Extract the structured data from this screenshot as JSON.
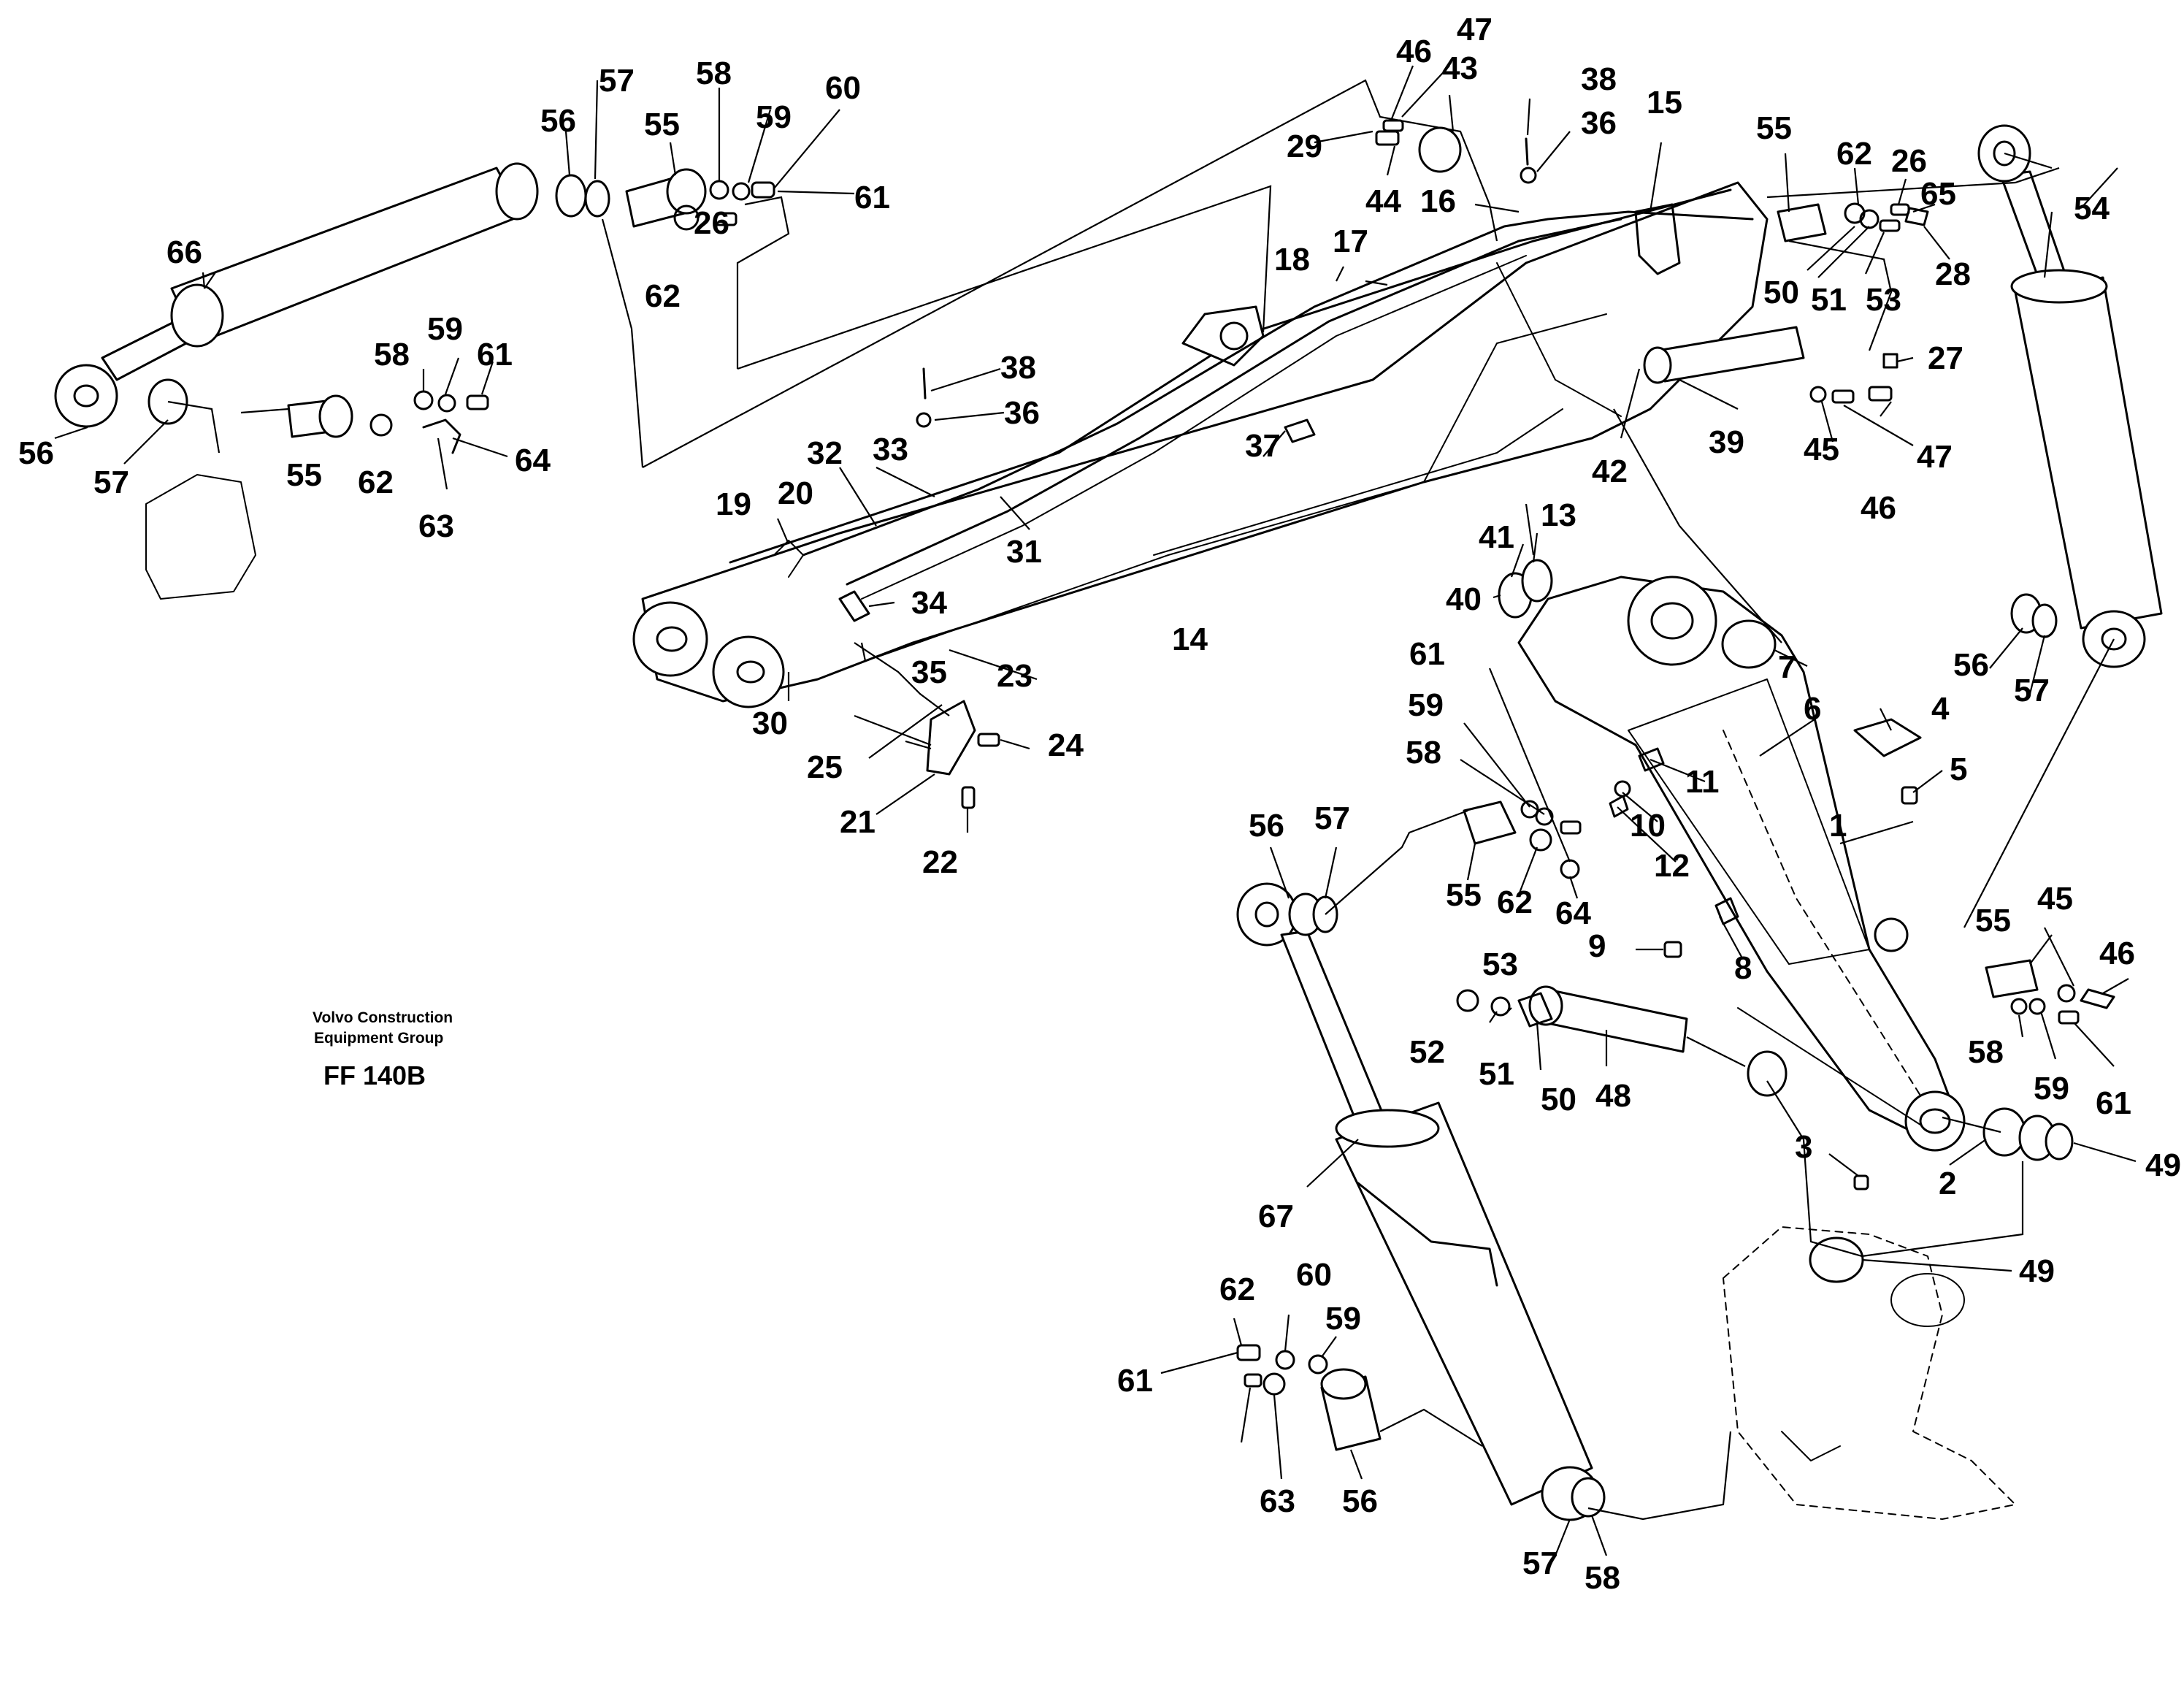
{
  "credit": {
    "company_line1": "Volvo Construction",
    "company_line2": "Equipment Group",
    "figure_code": "FF 140B"
  },
  "callouts": [
    {
      "id": "c1",
      "text": "1"
    },
    {
      "id": "c2",
      "text": "2"
    },
    {
      "id": "c3",
      "text": "3"
    },
    {
      "id": "c4",
      "text": "4"
    },
    {
      "id": "c5",
      "text": "5"
    },
    {
      "id": "c6",
      "text": "6"
    },
    {
      "id": "c7",
      "text": "7"
    },
    {
      "id": "c8",
      "text": "8"
    },
    {
      "id": "c9",
      "text": "9"
    },
    {
      "id": "c10",
      "text": "10"
    },
    {
      "id": "c11",
      "text": "11"
    },
    {
      "id": "c12",
      "text": "12"
    },
    {
      "id": "c13",
      "text": "13"
    },
    {
      "id": "c14",
      "text": "14"
    },
    {
      "id": "c15",
      "text": "15"
    },
    {
      "id": "c16",
      "text": "16"
    },
    {
      "id": "c17",
      "text": "17"
    },
    {
      "id": "c18",
      "text": "18"
    },
    {
      "id": "c19",
      "text": "19"
    },
    {
      "id": "c20",
      "text": "20"
    },
    {
      "id": "c21",
      "text": "21"
    },
    {
      "id": "c22",
      "text": "22"
    },
    {
      "id": "c23",
      "text": "23"
    },
    {
      "id": "c24",
      "text": "24"
    },
    {
      "id": "c25",
      "text": "25"
    },
    {
      "id": "c26a",
      "text": "26"
    },
    {
      "id": "c26b",
      "text": "26"
    },
    {
      "id": "c27",
      "text": "27"
    },
    {
      "id": "c28",
      "text": "28"
    },
    {
      "id": "c29",
      "text": "29"
    },
    {
      "id": "c30",
      "text": "30"
    },
    {
      "id": "c31",
      "text": "31"
    },
    {
      "id": "c32",
      "text": "32"
    },
    {
      "id": "c33",
      "text": "33"
    },
    {
      "id": "c34",
      "text": "34"
    },
    {
      "id": "c35",
      "text": "35"
    },
    {
      "id": "c36a",
      "text": "36"
    },
    {
      "id": "c36b",
      "text": "36"
    },
    {
      "id": "c37",
      "text": "37"
    },
    {
      "id": "c38a",
      "text": "38"
    },
    {
      "id": "c38b",
      "text": "38"
    },
    {
      "id": "c39",
      "text": "39"
    },
    {
      "id": "c40",
      "text": "40"
    },
    {
      "id": "c41",
      "text": "41"
    },
    {
      "id": "c42",
      "text": "42"
    },
    {
      "id": "c43",
      "text": "43"
    },
    {
      "id": "c44",
      "text": "44"
    },
    {
      "id": "c45a",
      "text": "45"
    },
    {
      "id": "c45b",
      "text": "45"
    },
    {
      "id": "c46a",
      "text": "46"
    },
    {
      "id": "c46b",
      "text": "46"
    },
    {
      "id": "c46c",
      "text": "46"
    },
    {
      "id": "c47a",
      "text": "47"
    },
    {
      "id": "c47b",
      "text": "47"
    },
    {
      "id": "c48",
      "text": "48"
    },
    {
      "id": "c49a",
      "text": "49"
    },
    {
      "id": "c49b",
      "text": "49"
    },
    {
      "id": "c50a",
      "text": "50"
    },
    {
      "id": "c50b",
      "text": "50"
    },
    {
      "id": "c51a",
      "text": "51"
    },
    {
      "id": "c51b",
      "text": "51"
    },
    {
      "id": "c52",
      "text": "52"
    },
    {
      "id": "c53a",
      "text": "53"
    },
    {
      "id": "c53b",
      "text": "53"
    },
    {
      "id": "c54",
      "text": "54"
    },
    {
      "id": "c55a",
      "text": "55"
    },
    {
      "id": "c55b",
      "text": "55"
    },
    {
      "id": "c55c",
      "text": "55"
    },
    {
      "id": "c55d",
      "text": "55"
    },
    {
      "id": "c55e",
      "text": "55"
    },
    {
      "id": "c56a",
      "text": "56"
    },
    {
      "id": "c56b",
      "text": "56"
    },
    {
      "id": "c56c",
      "text": "56"
    },
    {
      "id": "c56d",
      "text": "56"
    },
    {
      "id": "c56e",
      "text": "56"
    },
    {
      "id": "c57a",
      "text": "57"
    },
    {
      "id": "c57b",
      "text": "57"
    },
    {
      "id": "c57c",
      "text": "57"
    },
    {
      "id": "c57d",
      "text": "57"
    },
    {
      "id": "c57e",
      "text": "57"
    },
    {
      "id": "c58a",
      "text": "58"
    },
    {
      "id": "c58b",
      "text": "58"
    },
    {
      "id": "c58c",
      "text": "58"
    },
    {
      "id": "c58d",
      "text": "58"
    },
    {
      "id": "c58e",
      "text": "58"
    },
    {
      "id": "c59a",
      "text": "59"
    },
    {
      "id": "c59b",
      "text": "59"
    },
    {
      "id": "c59c",
      "text": "59"
    },
    {
      "id": "c59d",
      "text": "59"
    },
    {
      "id": "c59e",
      "text": "59"
    },
    {
      "id": "c60a",
      "text": "60"
    },
    {
      "id": "c60b",
      "text": "60"
    },
    {
      "id": "c61a",
      "text": "61"
    },
    {
      "id": "c61b",
      "text": "61"
    },
    {
      "id": "c61c",
      "text": "61"
    },
    {
      "id": "c61d",
      "text": "61"
    },
    {
      "id": "c61e",
      "text": "61"
    },
    {
      "id": "c62a",
      "text": "62"
    },
    {
      "id": "c62b",
      "text": "62"
    },
    {
      "id": "c62c",
      "text": "62"
    },
    {
      "id": "c62d",
      "text": "62"
    },
    {
      "id": "c62e",
      "text": "62"
    },
    {
      "id": "c63a",
      "text": "63"
    },
    {
      "id": "c63b",
      "text": "63"
    },
    {
      "id": "c64a",
      "text": "64"
    },
    {
      "id": "c64b",
      "text": "64"
    },
    {
      "id": "c65",
      "text": "65"
    },
    {
      "id": "c66",
      "text": "66"
    },
    {
      "id": "c67",
      "text": "67"
    }
  ]
}
